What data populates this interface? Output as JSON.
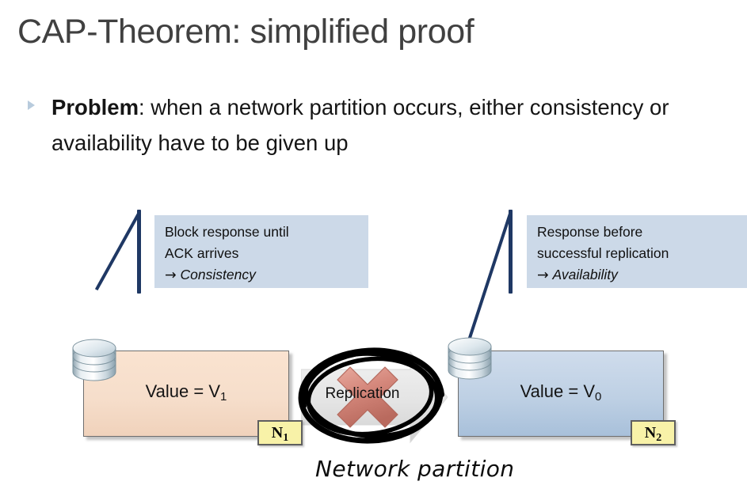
{
  "slide": {
    "title": "CAP-Theorem: simplified proof",
    "bullet": {
      "marker": "triangle-bullet",
      "lead": "Problem",
      "rest": ": when a network partition occurs, either consistency or availability have to be given up"
    }
  },
  "callouts": {
    "left": {
      "line1": "Block response until",
      "line2": "ACK arrives",
      "arrow": "→",
      "conclusion": "Consistency"
    },
    "right": {
      "line1": "Response before",
      "line2": "successful replication",
      "arrow": "→",
      "conclusion": "Availability"
    }
  },
  "nodes": {
    "left": {
      "value_label": "Value = V",
      "value_sub": "1",
      "tag_label": "N",
      "tag_sub": "1",
      "icon": "database-cylinder-icon"
    },
    "right": {
      "value_label": "Value = V",
      "value_sub": "0",
      "tag_label": "N",
      "tag_sub": "2",
      "icon": "database-cylinder-icon"
    }
  },
  "replication": {
    "label": "Replication",
    "cross_icon": "red-cross-icon",
    "scribble_icon": "scribble-circle-icon",
    "arrow_icon": "right-arrow-icon",
    "caption": "Network partition"
  },
  "colors": {
    "title": "#404040",
    "callout_bg": "#ccd9e8",
    "leader_line": "#1f3864",
    "node_left_fill": "#f6decb",
    "node_right_fill": "#bed0e4",
    "tag_fill": "#f8f2a8",
    "cross_red": "#c8766c",
    "bullet_marker": "#b8cbdd"
  }
}
